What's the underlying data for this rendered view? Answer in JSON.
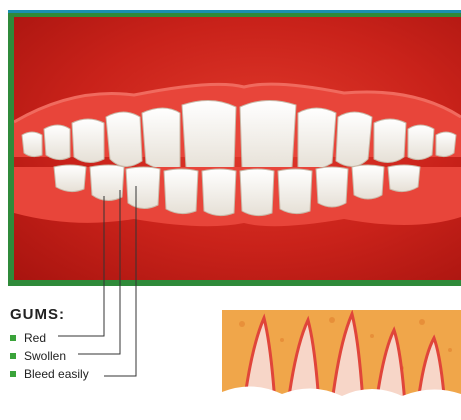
{
  "legend": {
    "title": "GUMS:",
    "items": [
      {
        "label": "Red"
      },
      {
        "label": "Swollen"
      },
      {
        "label": "Bleed easily"
      }
    ]
  },
  "colors": {
    "gum": "#d62a22",
    "tooth": "#f4f1ea",
    "frame_green": "#2f8a3a",
    "frame_blue": "#1b8fb0",
    "bullet": "#3aa33a",
    "bone": "#f0a64a"
  }
}
